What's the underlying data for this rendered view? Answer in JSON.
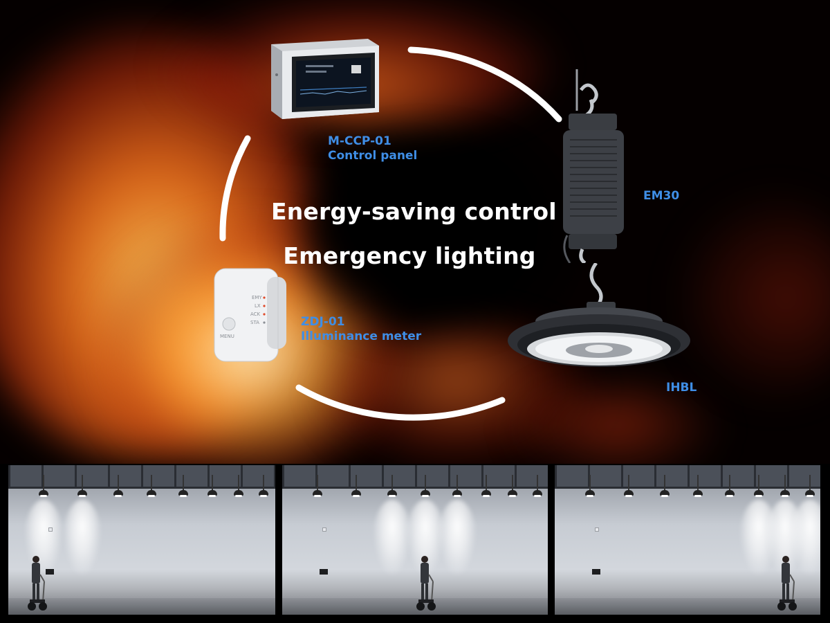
{
  "headline": {
    "line1": "Energy-saving control",
    "line2": "Emergency lighting"
  },
  "products": {
    "control_panel": {
      "model": "M-CCP-01",
      "name": "Control panel"
    },
    "illuminance_meter": {
      "model": "ZDJ-01",
      "name": "Illuminance meter",
      "indicators": [
        "EMY",
        "LX",
        "ACK",
        "STA"
      ],
      "button_label": "MENU"
    },
    "emergency_module": {
      "model": "EM30"
    },
    "high_bay_light": {
      "model": "IHBL"
    }
  },
  "colors": {
    "label_blue": "#3f8ee6",
    "headline_white": "#ffffff",
    "background": "#000000",
    "fire_orange": "#ff7a1a"
  },
  "scenes": [
    {
      "lit_lamps": [
        0,
        1
      ]
    },
    {
      "lit_lamps": [
        2,
        3,
        4
      ]
    },
    {
      "lit_lamps": [
        5,
        6,
        7
      ]
    }
  ]
}
